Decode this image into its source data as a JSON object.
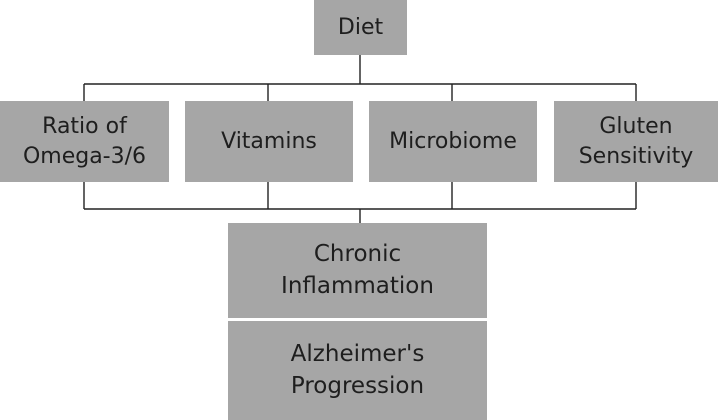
{
  "diagram": {
    "top": {
      "label": "Diet"
    },
    "factors": [
      {
        "label": "Ratio of\nOmega-3/6"
      },
      {
        "label": "Vitamins"
      },
      {
        "label": "Microbiome"
      },
      {
        "label": "Gluten\nSensitivity"
      }
    ],
    "outcomes": [
      {
        "label": "Chronic\nInflammation"
      },
      {
        "label": "Alzheimer's\nProgression"
      }
    ]
  },
  "colors": {
    "box_fill": "#a6a6a6",
    "text": "#1e1e1e",
    "connector": "#222222"
  }
}
